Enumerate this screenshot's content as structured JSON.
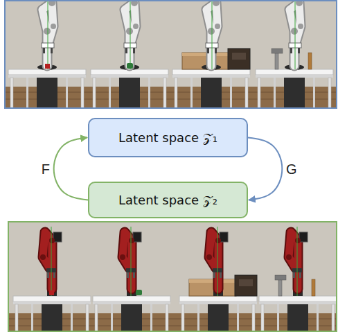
{
  "diagram": {
    "nodes": [
      {
        "text": [
          "Latent space 𝒵₁"
        ]
      },
      {
        "text": [
          "Latent space 𝒵₂"
        ]
      }
    ],
    "edges": [
      {
        "from": 0,
        "to": 1,
        "arrow": "to",
        "label": "G"
      },
      {
        "from": 1,
        "to": 0,
        "arrow": "to",
        "label": "F"
      }
    ]
  }
}
